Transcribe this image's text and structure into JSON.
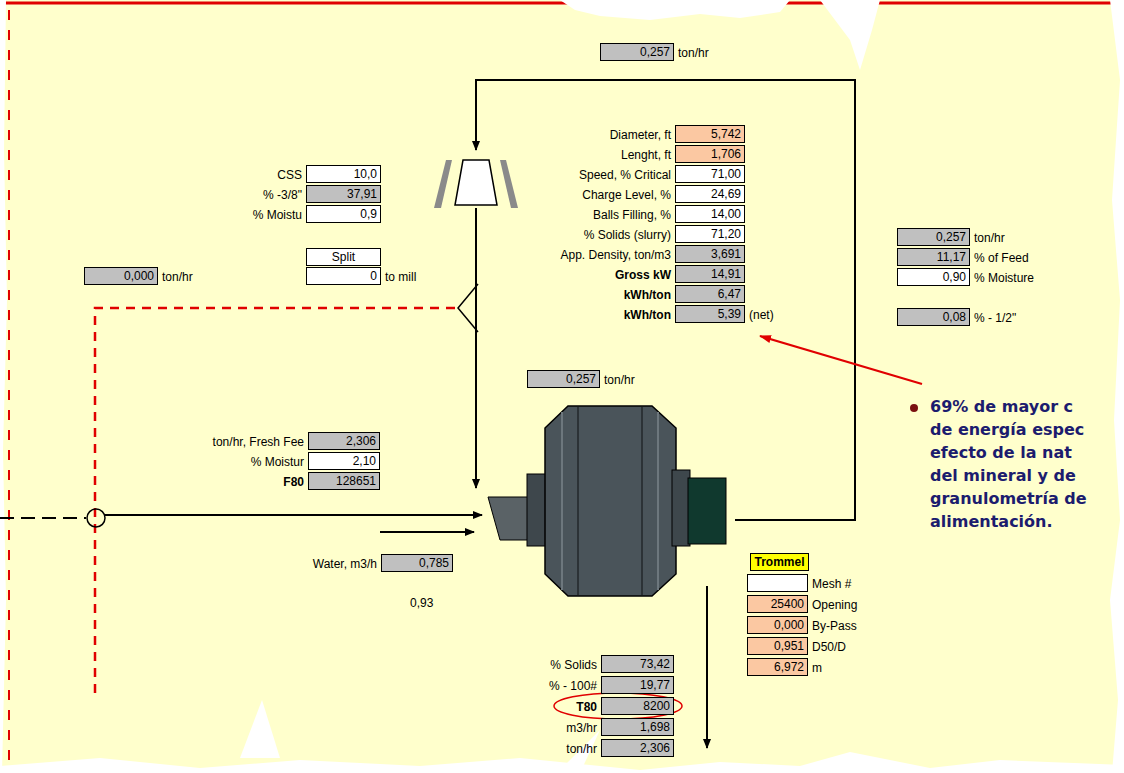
{
  "diagram": {
    "nodes": [
      {
        "text": [
          "0,257",
          "ton/hr"
        ]
      },
      {
        "text": [
          "5,742",
          "Diameter, ft"
        ]
      },
      {
        "text": [
          "1,706",
          "Lenght, ft"
        ]
      },
      {
        "text": [
          "71,00",
          "Speed, % Critical"
        ]
      },
      {
        "text": [
          "24,69",
          "Charge Level, %"
        ]
      },
      {
        "text": [
          "14,00",
          "Balls Filling, %"
        ]
      },
      {
        "text": [
          "71,20",
          "% Solids (slurry)"
        ]
      },
      {
        "text": [
          "3,691",
          "App. Density, ton/m3"
        ]
      },
      {
        "text": [
          "14,91",
          "Gross kW"
        ]
      },
      {
        "text": [
          "6,47",
          "kWh/ton"
        ]
      },
      {
        "text": [
          "5,39",
          "kWh/ton",
          "(net)"
        ]
      },
      {
        "text": [
          "10,0",
          "CSS"
        ]
      },
      {
        "text": [
          "37,91",
          "% -3/8\""
        ]
      },
      {
        "text": [
          "0,9",
          "% Moistu"
        ]
      },
      {
        "text": [
          "Split"
        ]
      },
      {
        "text": [
          "0",
          "to mill"
        ]
      },
      {
        "text": [
          "0,000",
          "ton/hr"
        ]
      },
      {
        "text": [
          "0,257",
          "ton/hr"
        ]
      },
      {
        "text": [
          "11,17",
          "% of Feed"
        ]
      },
      {
        "text": [
          "0,90",
          "% Moisture"
        ]
      },
      {
        "text": [
          "0,08",
          "% - 1/2\""
        ]
      },
      {
        "text": [
          "0,257",
          "ton/hr"
        ]
      },
      {
        "text": [
          "2,306",
          "ton/hr, Fresh Fee"
        ]
      },
      {
        "text": [
          "2,10",
          "% Moistur"
        ]
      },
      {
        "text": [
          "128651",
          "F80"
        ]
      },
      {
        "text": [
          "0,785",
          "Water, m3/h"
        ]
      },
      {
        "text": [
          "Trommel"
        ]
      },
      {
        "text": [
          "Mesh #"
        ]
      },
      {
        "text": [
          "25400",
          "Opening"
        ]
      },
      {
        "text": [
          "0,000",
          "By-Pass"
        ]
      },
      {
        "text": [
          "0,951",
          "D50/D"
        ]
      },
      {
        "text": [
          "6,972",
          "m"
        ]
      },
      {
        "text": [
          "73,42",
          "% Solids"
        ]
      },
      {
        "text": [
          "19,77",
          "% - 100#"
        ]
      },
      {
        "text": [
          "8200",
          "T80"
        ]
      },
      {
        "text": [
          "1,698",
          "m3/hr"
        ]
      },
      {
        "text": [
          "2,306",
          "ton/hr"
        ]
      }
    ],
    "labels": [
      "0,93",
      "69% de mayor c",
      "de energía espec",
      "efecto de la nat",
      "del mineral y de",
      "granulometría de",
      "alimentación."
    ]
  }
}
